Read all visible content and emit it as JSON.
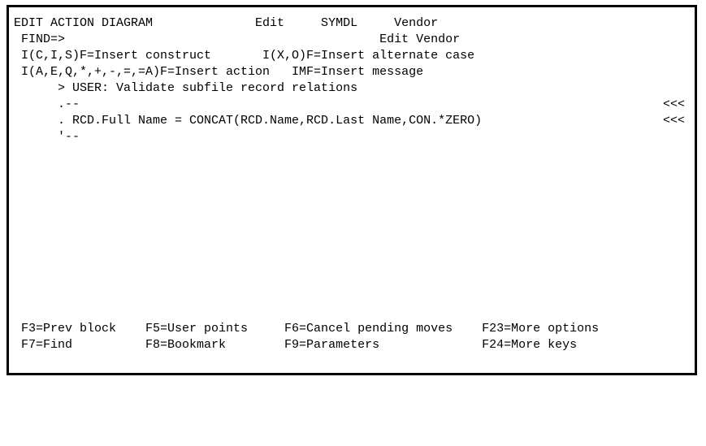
{
  "screen": {
    "title": "EDIT ACTION DIAGRAM",
    "header": {
      "left_title": "EDIT ACTION DIAGRAM",
      "model": "Edit",
      "symbol_table": "SYMDL",
      "object": "Vendor"
    },
    "find_prompt": {
      "label": "FIND=>",
      "value": ""
    },
    "context_line": "Edit Vendor",
    "command_help": [
      {
        "left_key": "I(C,I,S)F",
        "left_desc": "=Insert construct",
        "right_key": "I(X,O)F",
        "right_desc": "=Insert alternate case"
      },
      {
        "left_key": "I(A,E,Q,*,+,-,=,=A)F",
        "left_desc": "=Insert action",
        "right_key": "IMF",
        "right_desc": "=Insert message"
      }
    ],
    "diagram_lines": [
      {
        "seq": "",
        "text": "      > USER: Validate subfile record relations",
        "marker": ""
      },
      {
        "seq": "",
        "text": "      .--",
        "marker": "<<<"
      },
      {
        "seq": "",
        "text": "      . RCD.Full Name = CONCAT(RCD.Name,RCD.Last Name,CON.*ZERO)",
        "marker": "<<<"
      },
      {
        "seq": "",
        "text": "      '--",
        "marker": ""
      }
    ],
    "raw_rows": {
      "row0": "EDIT ACTION DIAGRAM              Edit     SYMDL     Vendor",
      "row1": " FIND=>                                           Edit Vendor",
      "row2": " I(C,I,S)F=Insert construct       I(X,O)F=Insert alternate case",
      "row3": " I(A,E,Q,*,+,-,=,=A)F=Insert action   IMF=Insert message",
      "row4": "      > USER: Validate subfile record relations",
      "row5": "      .--",
      "row6": "      . RCD.Full Name = CONCAT(RCD.Name,RCD.Last Name,CON.*ZERO)",
      "row7": "      '--",
      "marker5": "<<<",
      "marker6": "<<<"
    },
    "function_keys": {
      "row1": [
        {
          "key": "F3",
          "label": "=Prev block"
        },
        {
          "key": "F5",
          "label": "=User points"
        },
        {
          "key": "F6",
          "label": "=Cancel pending moves"
        },
        {
          "key": "F23",
          "label": "=More options"
        }
      ],
      "row2": [
        {
          "key": "F7",
          "label": "=Find"
        },
        {
          "key": "F8",
          "label": "=Bookmark"
        },
        {
          "key": "F9",
          "label": "=Parameters"
        },
        {
          "key": "F24",
          "label": "=More keys"
        }
      ],
      "line1_text": " F3=Prev block    F5=User points     F6=Cancel pending moves    F23=More options",
      "line2_text": " F7=Find          F8=Bookmark        F9=Parameters              F24=More keys"
    },
    "colors": {
      "background": "#ffffff",
      "foreground": "#000000",
      "border": "#000000"
    }
  }
}
